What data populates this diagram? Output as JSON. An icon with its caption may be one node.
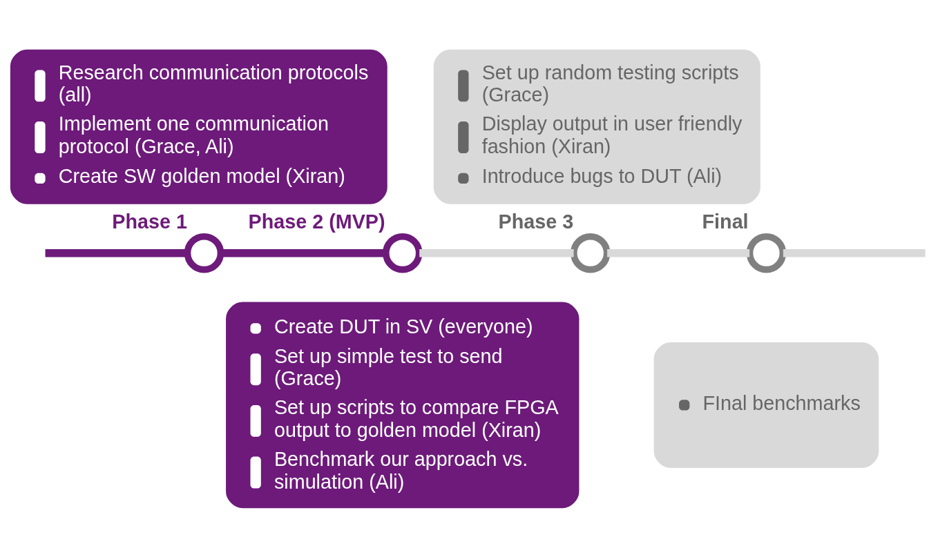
{
  "diagram": {
    "nodes": [
      {
        "text": [],
        "shape": "circle",
        "beside": [
          "Phase 1"
        ]
      },
      {
        "text": [],
        "shape": "circle",
        "beside": [
          "Phase 2 (MVP)"
        ]
      },
      {
        "text": [],
        "shape": "circle",
        "beside": [
          "Phase 3"
        ]
      },
      {
        "text": [],
        "shape": "circle",
        "beside": [
          "Final"
        ]
      },
      {
        "text": [
          "Research communication protocols (all)",
          "Implement one communication protocol (Grace, Ali)",
          "Create SW golden model (Xiran)"
        ]
      },
      {
        "text": [
          "Create DUT in SV (everyone)",
          "Set up simple test to send (Grace)",
          "Set up scripts to compare FPGA output to golden model (Xiran)",
          "Benchmark our approach vs. simulation (Ali)"
        ]
      },
      {
        "text": [
          "Set up random testing scripts (Grace)",
          "Display output in user friendly fashion (Xiran)",
          "Introduce bugs to DUT (Ali)"
        ]
      },
      {
        "text": [
          "FInal benchmarks"
        ]
      }
    ],
    "edges": [
      {
        "from": null,
        "to": 0,
        "arrow": "none",
        "color": "#6d1a7a"
      },
      {
        "from": 0,
        "to": 1,
        "arrow": "none",
        "color": "#6d1a7a"
      },
      {
        "from": 1,
        "to": 2,
        "arrow": "none"
      },
      {
        "from": 2,
        "to": 3,
        "arrow": "none"
      },
      {
        "from": 3,
        "to": null,
        "arrow": "none"
      }
    ]
  }
}
